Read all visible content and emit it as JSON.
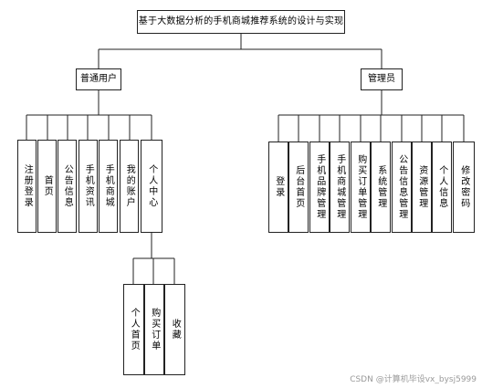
{
  "root": {
    "title": "基于大数据分析的手机商城推荐系统的设计与实现"
  },
  "user_branch": {
    "label": "普通用户",
    "modules": [
      "注册登录",
      "首页",
      "公告信息",
      "手机资讯",
      "手机商城",
      "我的账户",
      "个人中心"
    ],
    "personal_center_children": [
      "个人首页",
      "购买订单",
      "收藏"
    ]
  },
  "admin_branch": {
    "label": "管理员",
    "modules": [
      "登录",
      "后台首页",
      "手机品牌管理",
      "手机商城管理",
      "购买订单管理",
      "系统管理",
      "公告信息管理",
      "资源管理",
      "个人信息",
      "修改密码"
    ]
  },
  "watermark": "CSDN @计算机毕设vx_bysj5999"
}
